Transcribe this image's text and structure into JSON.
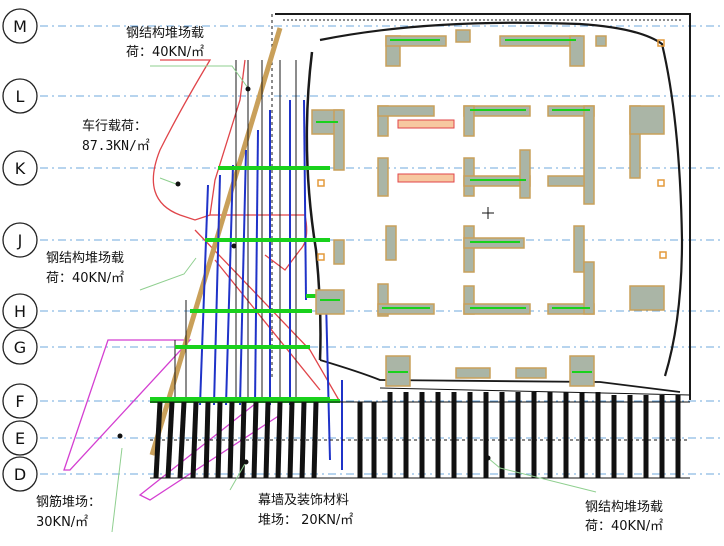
{
  "axes": [
    {
      "label": "M"
    },
    {
      "label": "L"
    },
    {
      "label": "K"
    },
    {
      "label": "J"
    },
    {
      "label": "H"
    },
    {
      "label": "G"
    },
    {
      "label": "F"
    },
    {
      "label": "E"
    },
    {
      "label": "D"
    }
  ],
  "annotations": {
    "steel_top": {
      "line1": "钢结构堆场载",
      "line2": "荷：40KN/㎡"
    },
    "vehicle": {
      "line1": "车行载荷：",
      "line2": "87.3KN/㎡"
    },
    "steel_left": {
      "line1": "钢结构堆场载",
      "line2": "荷：40KN/㎡"
    },
    "rebar": {
      "line1": "钢筋堆场：",
      "line2": "30KN/㎡"
    },
    "curtain": {
      "line1": "幕墙及装饰材料",
      "line2": "堆场：  20KN/㎡"
    },
    "steel_bottom": {
      "line1": "钢结构堆场载",
      "line2": "荷：40KN/㎡"
    }
  },
  "colors": {
    "axis_line": "#6fa8dc",
    "red": "#e0454a",
    "blue": "#1f33c8",
    "green": "#19d11c",
    "magenta": "#d43fd1",
    "gold": "#c9a05a",
    "gray_fill": "#aab5a6",
    "dark": "#1a1a1a",
    "orange": "#e49a3b"
  }
}
